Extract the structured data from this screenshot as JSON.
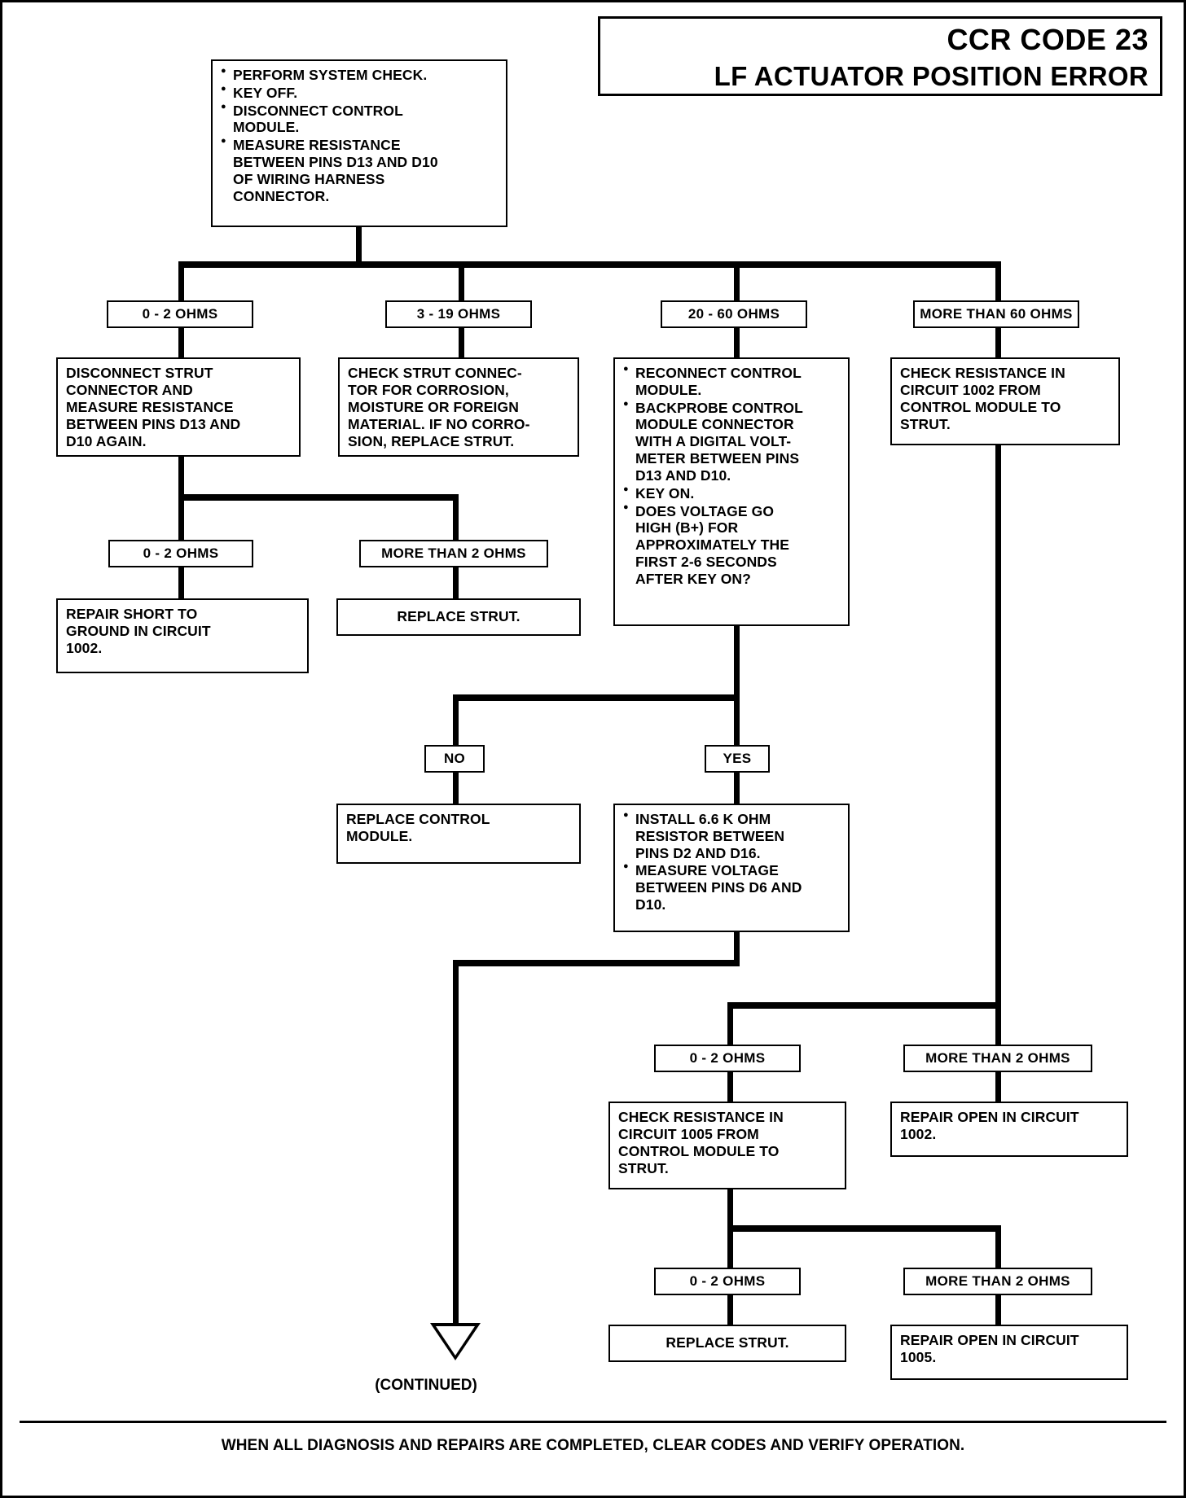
{
  "header": {
    "code_title": "CCR CODE 23",
    "fault_title": "LF ACTUATOR POSITION ERROR"
  },
  "footer": {
    "note": "WHEN ALL DIAGNOSIS AND REPAIRS ARE COMPLETED, CLEAR CODES AND VERIFY OPERATION.",
    "continued_label": "(CONTINUED)"
  },
  "nodes": {
    "start": {
      "bullets": [
        "PERFORM SYSTEM CHECK.",
        "KEY OFF.",
        "DISCONNECT CONTROL\nMODULE.",
        "MEASURE RESISTANCE\nBETWEEN PINS D13 AND D10\nOF WIRING HARNESS\nCONNECTOR."
      ]
    },
    "branch_0_2_ohms": "0 - 2 OHMS",
    "branch_3_19_ohms": "3 - 19 OHMS",
    "branch_20_60_ohms": "20 - 60 OHMS",
    "branch_more_than_60_ohms": "MORE THAN 60 OHMS",
    "disconnect_strut": "DISCONNECT STRUT\nCONNECTOR AND\nMEASURE RESISTANCE\nBETWEEN PINS D13 AND\nD10 AGAIN.",
    "check_strut_connector": "CHECK STRUT CONNEC-\nTOR FOR CORROSION,\nMOISTURE OR FOREIGN\nMATERIAL. IF NO CORRO-\nSION, REPLACE STRUT.",
    "backprobe": {
      "bullets": [
        "RECONNECT CONTROL\nMODULE.",
        "BACKPROBE CONTROL\nMODULE CONNECTOR\nWITH A DIGITAL VOLT-\nMETER BETWEEN PINS\nD13 AND D10.",
        "KEY ON.",
        "DOES VOLTAGE GO\nHIGH (B+) FOR\nAPPROXIMATELY THE\nFIRST 2-6 SECONDS\nAFTER KEY ON?"
      ]
    },
    "check_resistance_1002": "CHECK RESISTANCE IN\nCIRCUIT 1002 FROM\nCONTROL MODULE TO\nSTRUT.",
    "left_0_2_ohms": "0 - 2 OHMS",
    "left_more_than_2_ohms": "MORE THAN 2 OHMS",
    "repair_short_ground": "REPAIR SHORT TO\nGROUND IN CIRCUIT\n1002.",
    "replace_strut_mid": "REPLACE STRUT.",
    "answer_no": "NO",
    "answer_yes": "YES",
    "replace_control_module": "REPLACE CONTROL\nMODULE.",
    "install_resistor": {
      "bullets": [
        "INSTALL 6.6 K OHM\nRESISTOR BETWEEN\nPINS D2 AND D16.",
        "MEASURE VOLTAGE\nBETWEEN PINS D6 AND\nD10."
      ]
    },
    "mid_0_2_ohms": "0 - 2 OHMS",
    "mid_more_than_2_ohms": "MORE THAN 2 OHMS",
    "check_resistance_1005": "CHECK RESISTANCE IN\nCIRCUIT 1005 FROM\nCONTROL MODULE TO\nSTRUT.",
    "repair_open_1002": "REPAIR OPEN IN CIRCUIT\n1002.",
    "low_0_2_ohms": "0 - 2 OHMS",
    "low_more_than_2_ohms": "MORE THAN 2 OHMS",
    "replace_strut_low": "REPLACE STRUT.",
    "repair_open_1005": "REPAIR OPEN IN CIRCUIT\n1005."
  }
}
